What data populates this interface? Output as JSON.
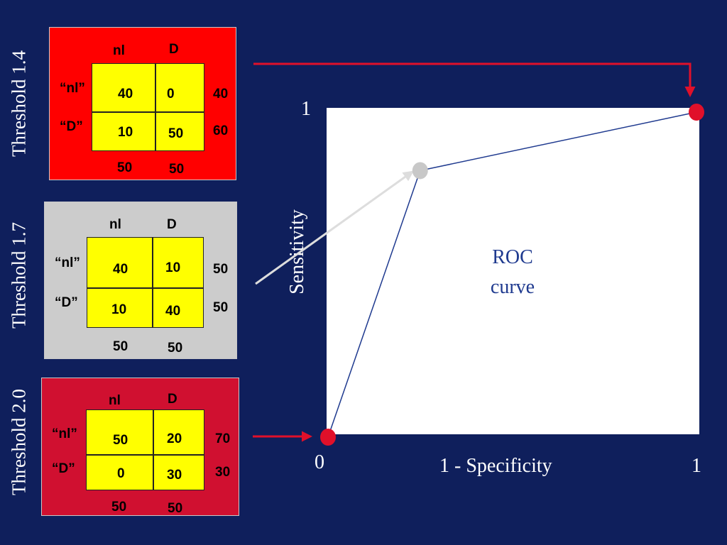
{
  "colors": {
    "background": "#0f1f5c",
    "panel_t14": "#ff0000",
    "panel_t17": "#cccccc",
    "panel_t20": "#d01030",
    "cells": "#ffff00",
    "curve": "#1f3a8f",
    "marker_red": "#e0102a",
    "marker_gray": "#c8c8c8",
    "arrow_red": "#e0102a",
    "arrow_gray": "#dddddd"
  },
  "panels": [
    {
      "threshold_label": "Threshold 1.4",
      "col_headers": [
        "nl",
        "D"
      ],
      "row_labels": [
        "“nl”",
        "“D”"
      ],
      "cells": [
        [
          "40",
          "0"
        ],
        [
          "10",
          "50"
        ]
      ],
      "row_totals": [
        "40",
        "60"
      ],
      "col_totals": [
        "50",
        "50"
      ]
    },
    {
      "threshold_label": "Threshold 1.7",
      "col_headers": [
        "nl",
        "D"
      ],
      "row_labels": [
        "“nl”",
        "“D”"
      ],
      "cells": [
        [
          "40",
          "10"
        ],
        [
          "10",
          "40"
        ]
      ],
      "row_totals": [
        "50",
        "50"
      ],
      "col_totals": [
        "50",
        "50"
      ]
    },
    {
      "threshold_label": "Threshold 2.0",
      "col_headers": [
        "nl",
        "D"
      ],
      "row_labels": [
        "“nl”",
        "“D”"
      ],
      "cells": [
        [
          "50",
          "20"
        ],
        [
          "0",
          "30"
        ]
      ],
      "row_totals": [
        "70",
        "30"
      ],
      "col_totals": [
        "50",
        "50"
      ]
    }
  ],
  "roc": {
    "y_axis_label": "Sensitivity",
    "x_axis_label": "1 - Specificity",
    "curve_label_line1": "ROC",
    "curve_label_line2": "curve",
    "tick_y_top": "1",
    "tick_origin": "0",
    "tick_x_right": "1"
  },
  "chart_data": {
    "type": "line",
    "xlabel": "1 - Specificity",
    "ylabel": "Sensitivity",
    "xlim": [
      0,
      1
    ],
    "ylim": [
      0,
      1
    ],
    "x": [
      0.0,
      0.25,
      1.0
    ],
    "y": [
      0.0,
      0.82,
      1.0
    ],
    "points": [
      {
        "x": 0.0,
        "y": 0.0,
        "marker": "red"
      },
      {
        "x": 0.25,
        "y": 0.82,
        "marker": "gray"
      },
      {
        "x": 1.0,
        "y": 1.0,
        "marker": "red"
      }
    ]
  }
}
